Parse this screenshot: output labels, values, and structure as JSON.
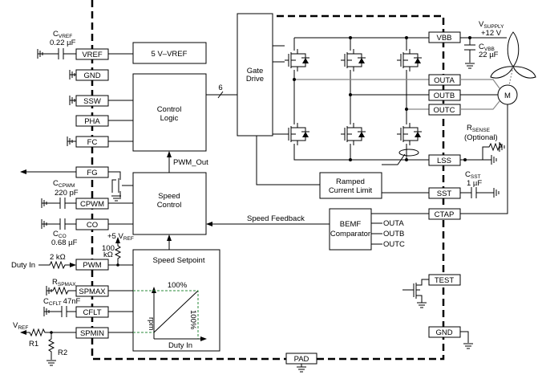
{
  "left_pins": {
    "vref": "VREF",
    "gnd": "GND",
    "ssw": "SSW",
    "pha": "PHA",
    "fc": "FC",
    "fg": "FG",
    "cpwm": "CPWM",
    "co": "CO",
    "pwm": "PWM",
    "spmax": "SPMAX",
    "cflt": "CFLT",
    "spmin": "SPMIN"
  },
  "right_pins": {
    "vbb": "VBB",
    "outa": "OUTA",
    "outb": "OUTB",
    "outc": "OUTC",
    "lss": "LSS",
    "sst": "SST",
    "ctap": "CTAP",
    "test": "TEST",
    "gnd": "GND"
  },
  "bottom_pin": "PAD",
  "blocks": {
    "vref_reg": "5 V–VREF",
    "control_logic": [
      "Control",
      "Logic"
    ],
    "gate_drive": [
      "Gate",
      "Drive"
    ],
    "speed_control": [
      "Speed",
      "Control"
    ],
    "speed_setpoint": "Speed Setpoint",
    "ramped_current_limit": [
      "Ramped",
      "Current Limit"
    ],
    "bemf": [
      "BEMF",
      "Comparator"
    ],
    "bemf_inputs": [
      "OUTA",
      "OUTB",
      "OUTC"
    ]
  },
  "signals": {
    "bus_width": "6",
    "pwm_out": "PWM_Out",
    "speed_feedback": "Speed Feedback",
    "duty_in": "Duty In"
  },
  "setpoint_graph": {
    "top_label": "100%",
    "y_label": "rpm",
    "right_label": "100%",
    "x_label": "Duty In"
  },
  "components": {
    "cvref": {
      "name": "C",
      "sub": "VREF",
      "value": "0.22 µF"
    },
    "ccpwm": {
      "name": "C",
      "sub": "CPWM",
      "value": "220 pF"
    },
    "cco": {
      "name": "C",
      "sub": "CO",
      "value": "0.68 µF"
    },
    "pullup": {
      "name": "+5 V",
      "sub": "REF",
      "value1": "100",
      "value2": "kΩ"
    },
    "rduty": "2 kΩ",
    "rspmax": {
      "name": "R",
      "sub": "SPMAX"
    },
    "ccflt": {
      "name": "C",
      "sub": "CFLT",
      "value": "47nF"
    },
    "vref_out": {
      "name": "V",
      "sub": "REF"
    },
    "r1": "R1",
    "r2": "R2",
    "vsupply": {
      "name": "V",
      "sub": "SUPPLY",
      "value": "+12 V"
    },
    "cvbb": {
      "name": "C",
      "sub": "VBB",
      "value": "22 µF"
    },
    "rsense": {
      "name": "R",
      "sub": "SENSE",
      "value": "(Optional)"
    },
    "csst": {
      "name": "C",
      "sub": "SST",
      "value": "1 µF"
    },
    "motor": "M"
  },
  "colors": {
    "setpoint_guides": "#2a8a3a",
    "phase_wires": "#888888"
  }
}
